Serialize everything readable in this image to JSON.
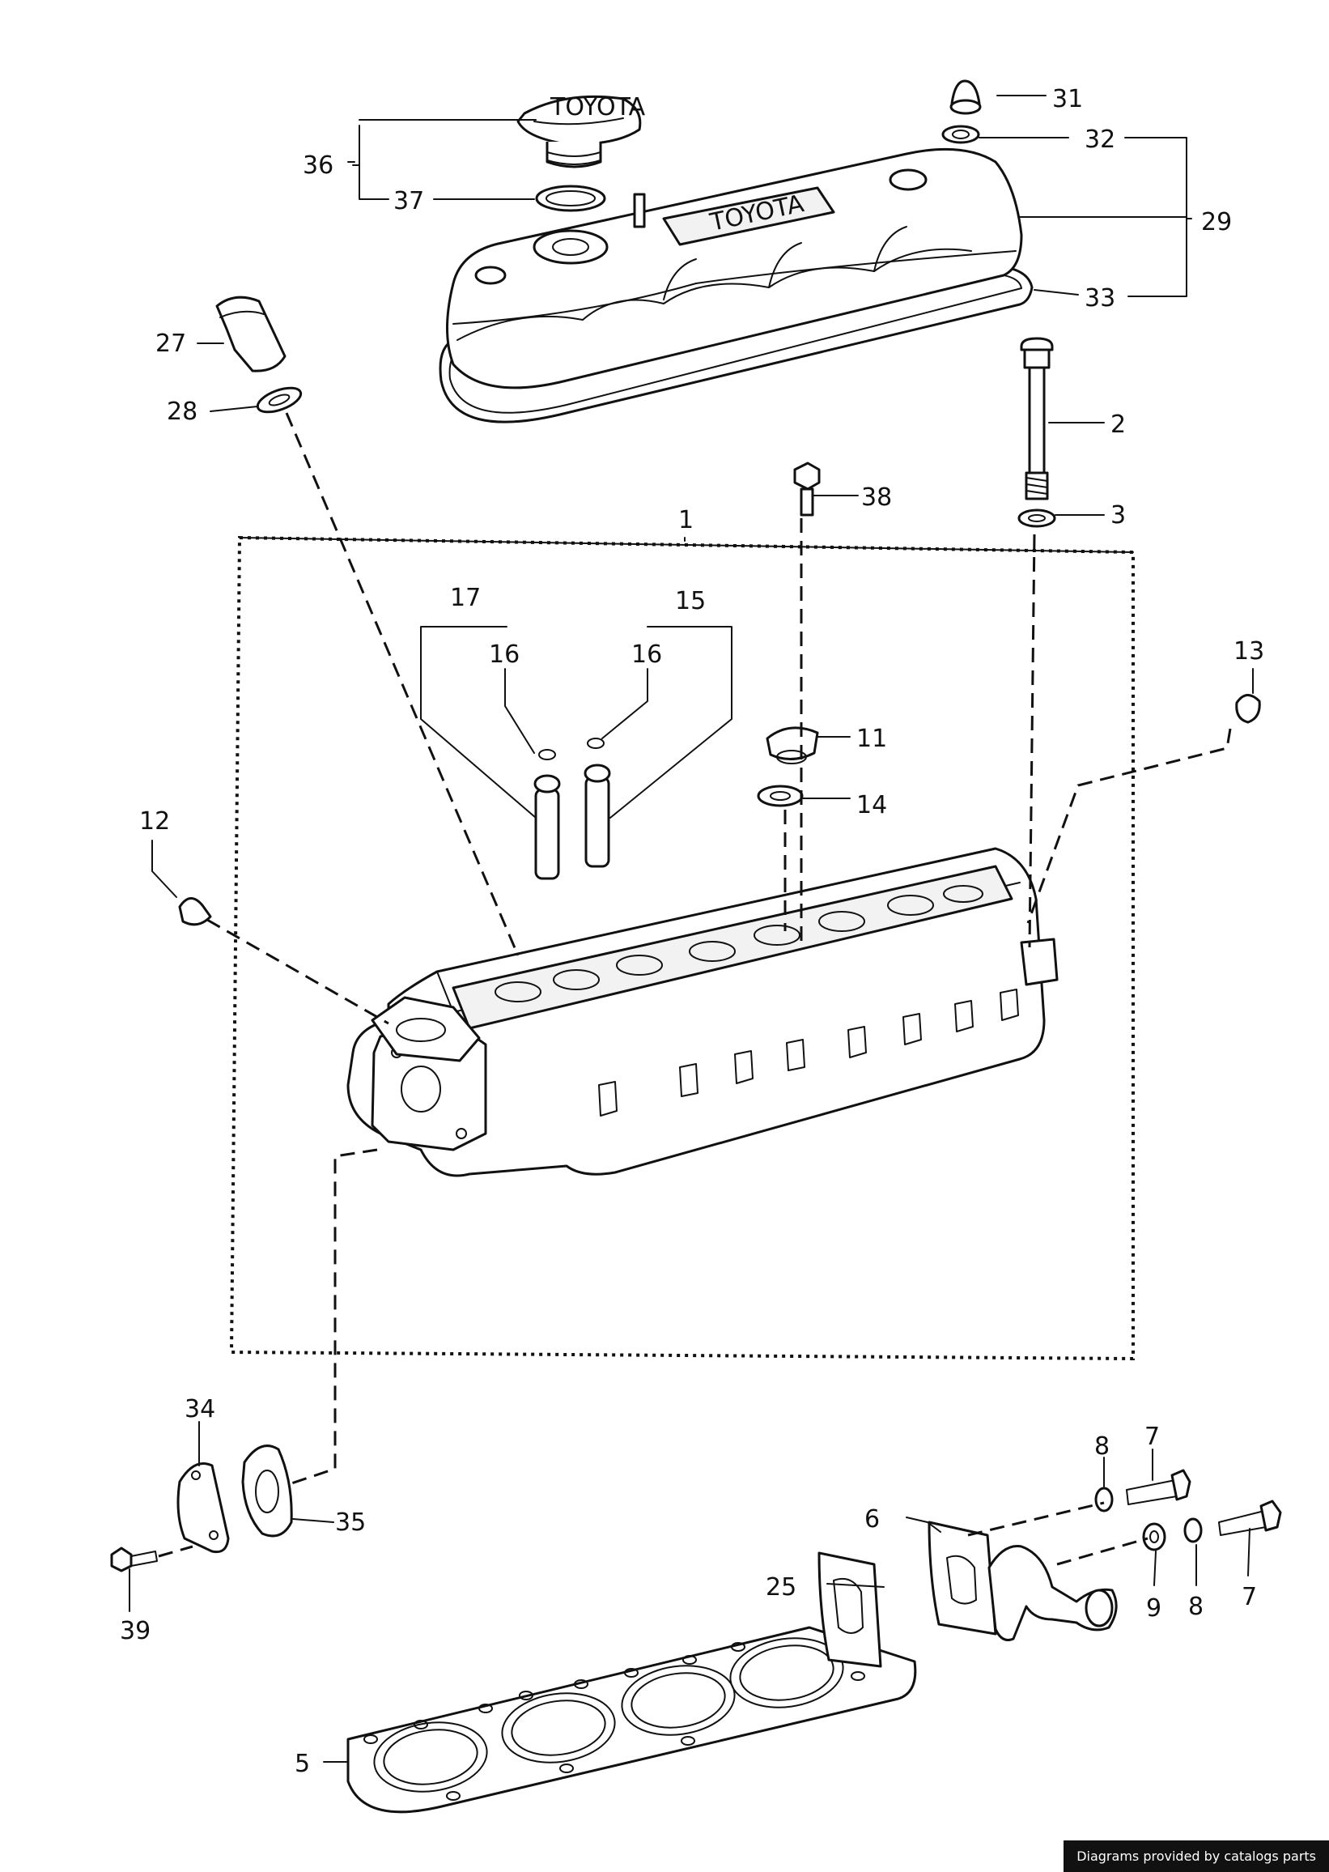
{
  "labels": {
    "p1": "1",
    "p2": "2",
    "p3": "3",
    "p5": "5",
    "p6": "6",
    "p7a": "7",
    "p7b": "7",
    "p8a": "8",
    "p8b": "8",
    "p9": "9",
    "p11": "11",
    "p12": "12",
    "p13": "13",
    "p14": "14",
    "p15": "15",
    "p16a": "16",
    "p16b": "16",
    "p17": "17",
    "p25": "25",
    "p27": "27",
    "p28": "28",
    "p29": "29",
    "p31": "31",
    "p32": "32",
    "p33": "33",
    "p34": "34",
    "p35": "35",
    "p36": "36",
    "p37": "37",
    "p38": "38",
    "p39": "39"
  },
  "oil_cap_brand": "TOYOTA",
  "credit": "Diagrams provided by catalogs parts"
}
